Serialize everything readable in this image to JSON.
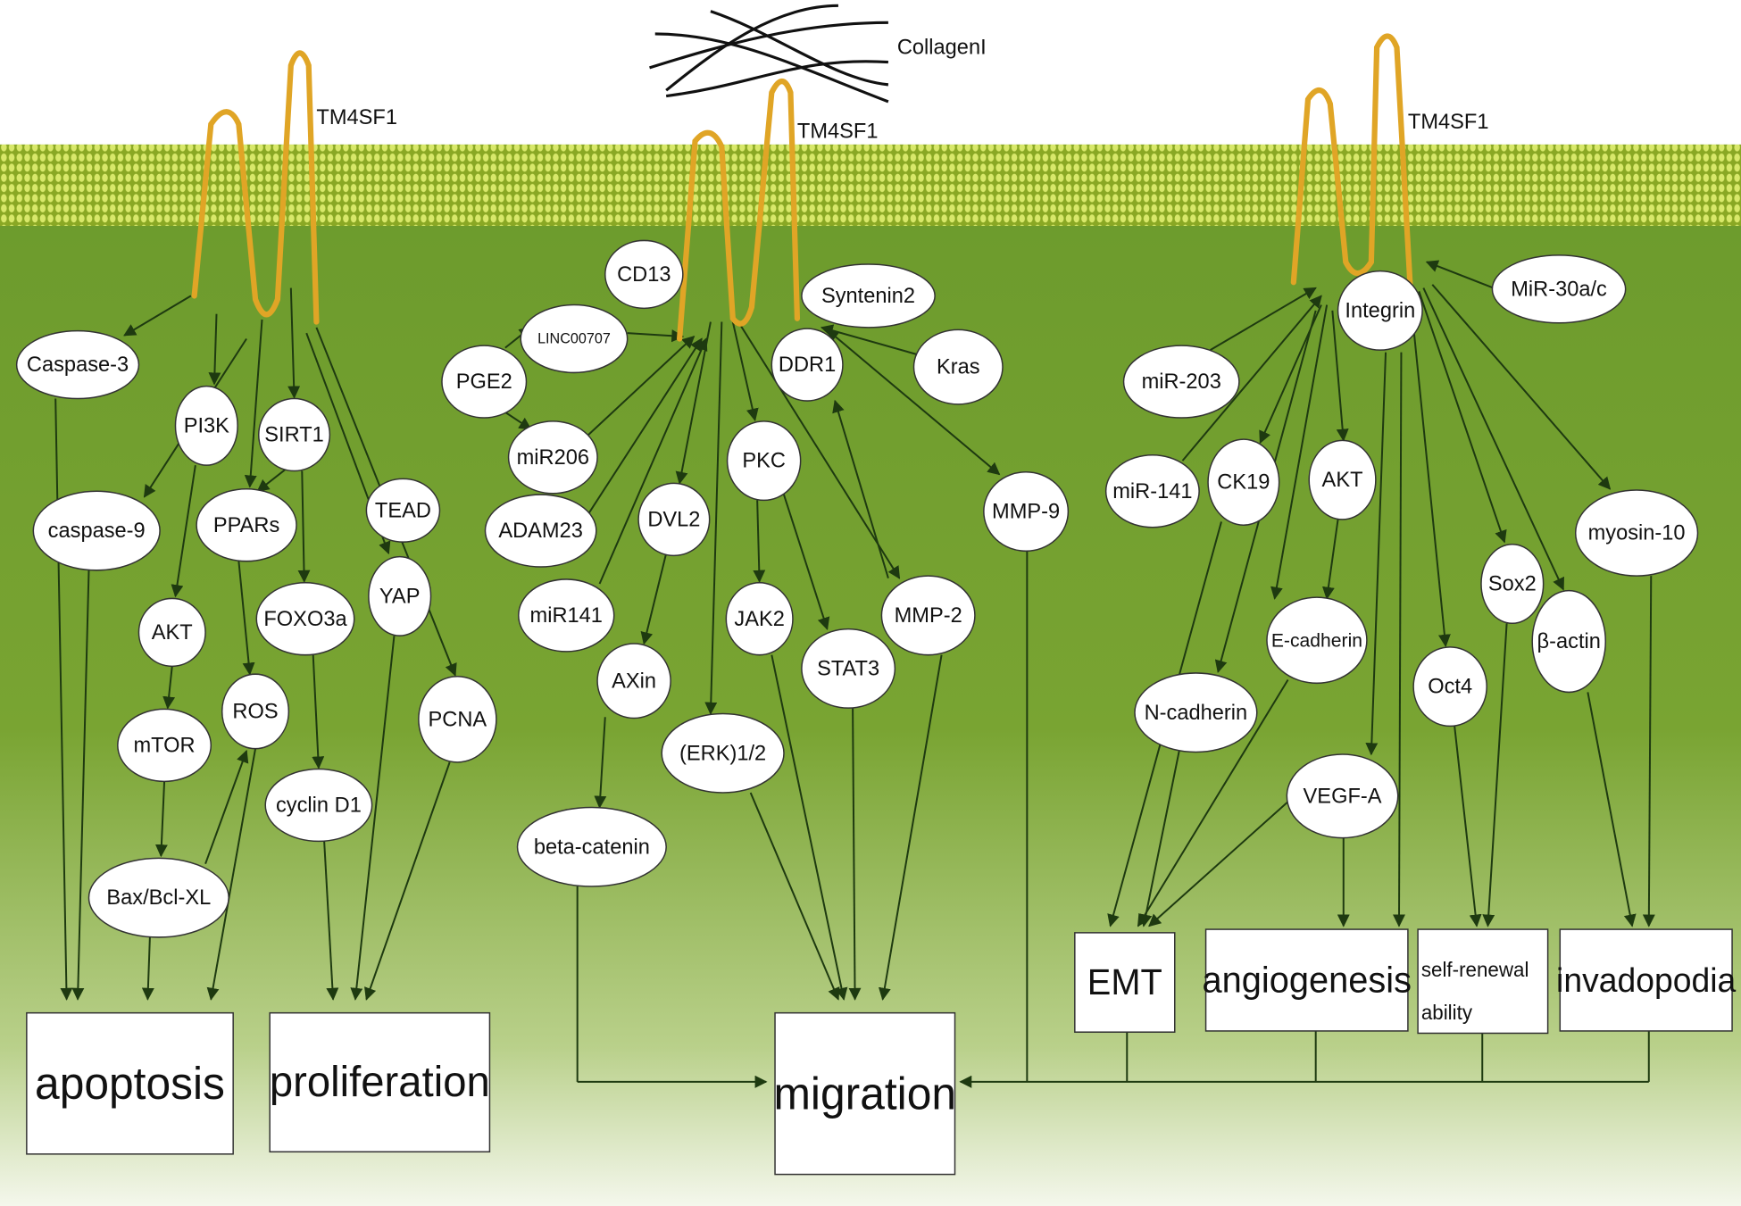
{
  "labels": {
    "tm4sf1_left": "TM4SF1",
    "tm4sf1_middle": "TM4SF1",
    "tm4sf1_right": "TM4SF1",
    "collagen": "CollagenI"
  },
  "nodes": {
    "caspase3": "Caspase-3",
    "pi3k": "PI3K",
    "sirt1": "SIRT1",
    "caspase9": "caspase-9",
    "ppars": "PPARs",
    "tead": "TEAD",
    "yap": "YAP",
    "akt1": "AKT",
    "foxo3a": "FOXO3a",
    "ros": "ROS",
    "pcna": "PCNA",
    "mtor": "mTOR",
    "cyclind1": "cyclin D1",
    "bax": "Bax/Bcl-XL",
    "cd13": "CD13",
    "syntenin2": "Syntenin2",
    "linc": "LINC00707",
    "pge2": "PGE2",
    "ddr1": "DDR1",
    "kras": "Kras",
    "mir206": "miR206",
    "pkc": "PKC",
    "mmp9": "MMP-9",
    "adam23": "ADAM23",
    "dvl2": "DVL2",
    "mir141a": "miR141",
    "jak2": "JAK2",
    "mmp2": "MMP-2",
    "axin": "AXin",
    "stat3": "STAT3",
    "erk": "(ERK)1/2",
    "betacatenin": "beta-catenin",
    "integrin": "Integrin",
    "mir30": "MiR-30a/c",
    "mir203": "miR-203",
    "mir141b": "miR-141",
    "ck19": "CK19",
    "akt2": "AKT",
    "myosin10": "myosin-10",
    "sox2": "Sox2",
    "ecadherin": "E-cadherin",
    "bactin": "β-actin",
    "oct4": "Oct4",
    "ncadherin": "N-cadherin",
    "vegfa": "VEGF-A"
  },
  "outcomes": {
    "apoptosis": "apoptosis",
    "proliferation": "proliferation",
    "migration": "migration",
    "emt": "EMT",
    "angiogenesis": "angiogenesis",
    "self_renewal_1": "self-renewal",
    "self_renewal_2": "ability",
    "invadopodia": "invadopodia"
  },
  "colors": {
    "cytoplasm_top": "#6b9a2c",
    "cytoplasm_bottom": "#e9f0d8",
    "membrane": "#a9c23a",
    "helix": "#e0a526",
    "arrow": "#1e3a10"
  }
}
